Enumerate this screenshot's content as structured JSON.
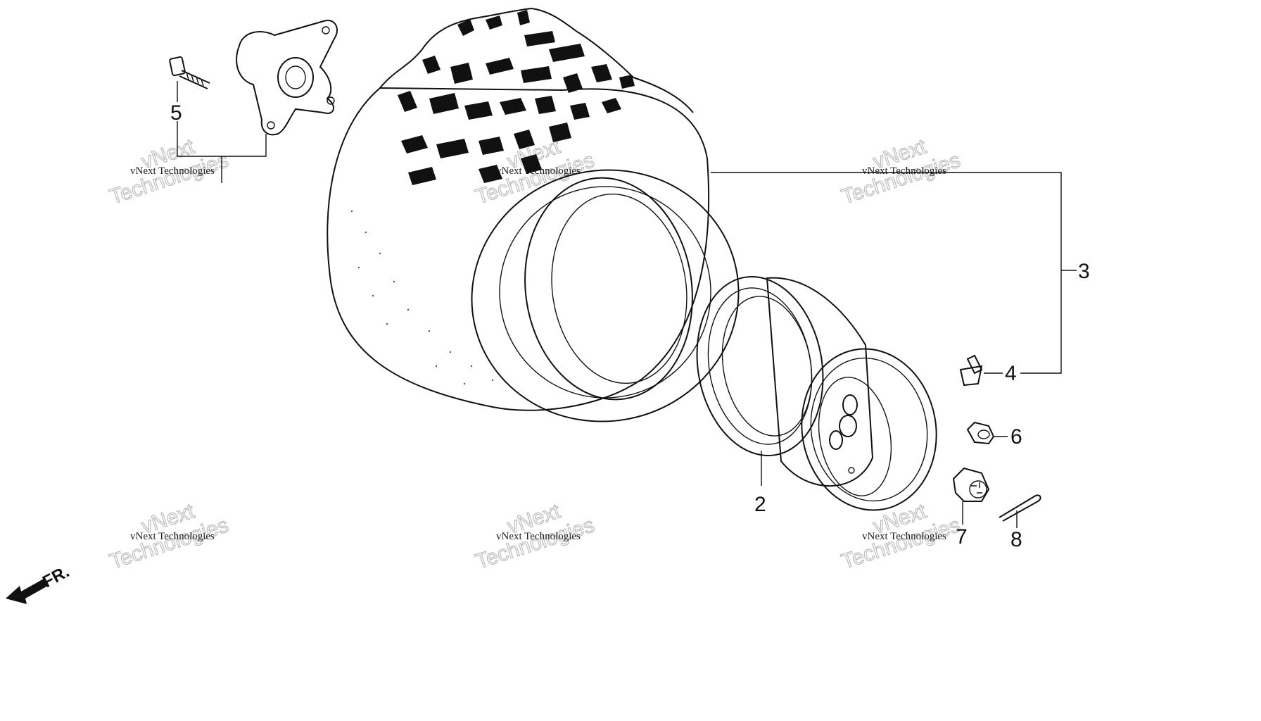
{
  "callouts": {
    "c2": "2",
    "c3": "3",
    "c4": "4",
    "c5": "5",
    "c6": "6",
    "c7": "7",
    "c8": "8"
  },
  "direction_marker": {
    "label": "FR.",
    "icon": "front-direction-arrow-icon"
  },
  "watermarks": [
    {
      "small": "vNext Technologies",
      "big_line1": "vNext",
      "big_line2": "Technologies"
    },
    {
      "small": "vNext Technologies",
      "big_line1": "vNext",
      "big_line2": "Technologies"
    },
    {
      "small": "vNext Technologies",
      "big_line1": "vNext",
      "big_line2": "Technologies"
    },
    {
      "small": "vNext Technologies",
      "big_line1": "vNext",
      "big_line2": "Technologies"
    },
    {
      "small": "vNext Technologies",
      "big_line1": "vNext",
      "big_line2": "Technologies"
    },
    {
      "small": "vNext Technologies",
      "big_line1": "vNext",
      "big_line2": "Technologies"
    }
  ],
  "parts": {
    "hub": "wheel-hub-icon",
    "bolt": "flange-bolt-icon",
    "tire": "atv-tire-icon",
    "rim": "wheel-rim-icon",
    "valve": "valve-stem-icon",
    "nut": "wheel-nut-icon",
    "castle_nut": "castle-nut-icon",
    "cotter_pin": "cotter-pin-icon"
  },
  "colors": {
    "line": "#111111",
    "watermark_outline": "#b8b8b8",
    "background": "#ffffff"
  }
}
